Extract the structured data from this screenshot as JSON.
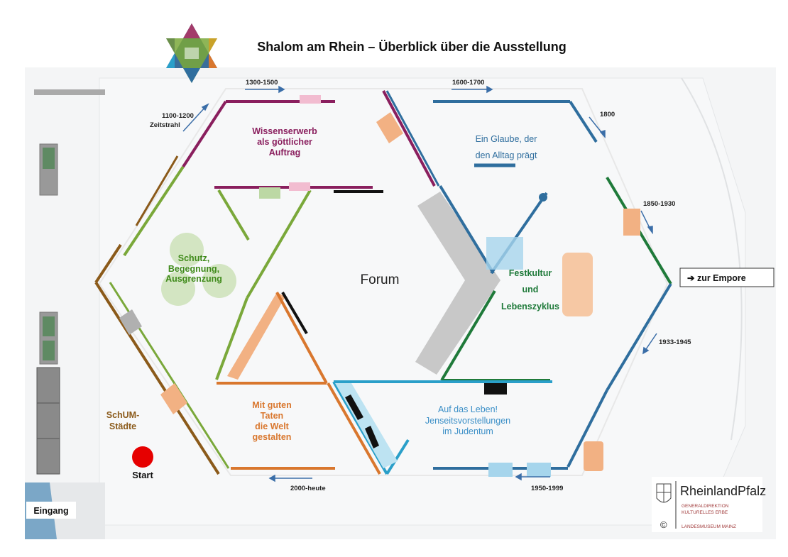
{
  "title": "Shalom am Rhein – Überblick über die Ausstellung",
  "center_label": "Forum",
  "sections": {
    "wissen": [
      "Wissenserwerb",
      "als göttlicher",
      "Auftrag"
    ],
    "glaube": [
      "Ein Glaube, der",
      "den Alltag prägt"
    ],
    "schutz": [
      "Schutz,",
      "Begegnung,",
      "Ausgrenzung"
    ],
    "fest": [
      "Festkultur",
      "und",
      "Lebenszyklus"
    ],
    "schum": [
      "SchUM-",
      "Städte"
    ],
    "taten": [
      "Mit guten",
      "Taten",
      "die Welt",
      "gestalten"
    ],
    "leben": [
      "Auf das Leben!",
      "Jenseitsvorstellungen",
      "im Judentum"
    ]
  },
  "periods": {
    "p1100": "1100-1200",
    "zeitstrahl": "Zeitstrahl",
    "p1300": "1300-1500",
    "p1600": "1600-1700",
    "p1800": "1800",
    "p1850": "1850-1930",
    "p1933": "1933-1945",
    "p1950": "1950-1999",
    "p2000": "2000-heute"
  },
  "start_label": "Start",
  "entrance_label": "Eingang",
  "empore_label": "➔ zur Empore",
  "logo": {
    "name": "RheinlandPfalz",
    "line1": "GENERALDIREKTION",
    "line2": "KULTURELLES ERBE",
    "line3": "LANDESMUSEUM MAINZ",
    "copyright": "©"
  },
  "colors": {
    "purple": "#8a1f5e",
    "blue": "#2f6e9e",
    "green": "#7aa83a",
    "darkgreen": "#1f7a3a",
    "orange": "#d9772e",
    "brown": "#8b5a1a",
    "cyan": "#2a9fc9",
    "start": "#e60000"
  }
}
